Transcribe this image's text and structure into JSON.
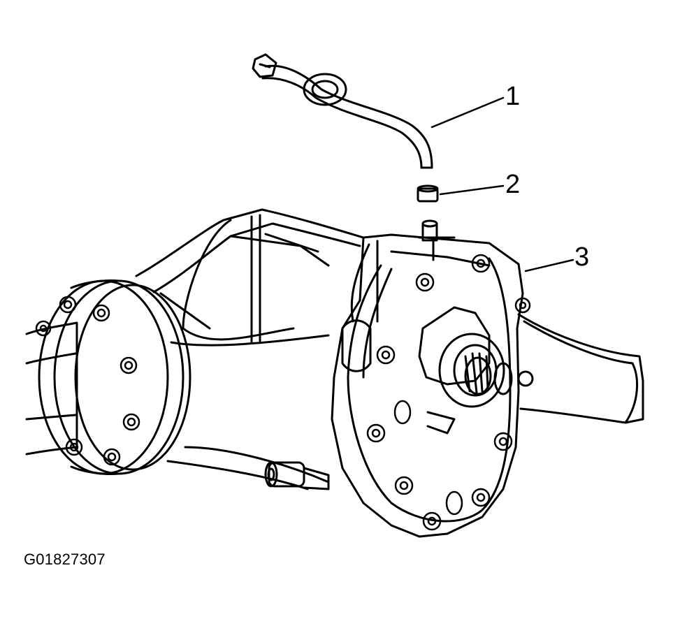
{
  "figure": {
    "id": "G01827307",
    "callouts": [
      {
        "number": "1",
        "part": "vent-hose"
      },
      {
        "number": "2",
        "part": "hose-clamp"
      },
      {
        "number": "3",
        "part": "axle-housing"
      }
    ]
  },
  "colors": {
    "line": "#000000",
    "background": "#ffffff"
  }
}
